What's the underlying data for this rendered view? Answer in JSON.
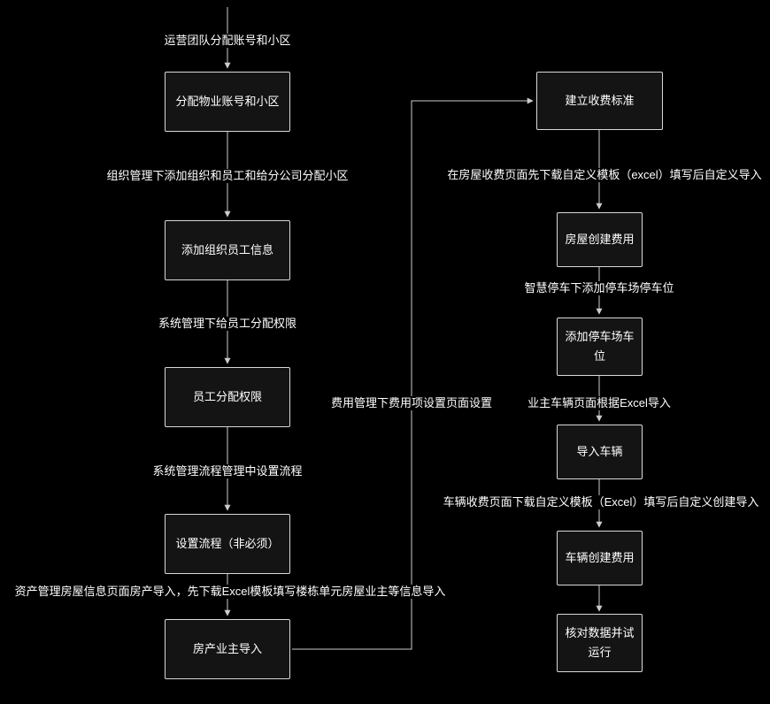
{
  "diagram": {
    "left": {
      "start_edge_label": "运营团队分配账号和小区",
      "nodes": [
        {
          "label": "分配物业账号和小区"
        },
        {
          "label": "添加组织员工信息"
        },
        {
          "label": "员工分配权限"
        },
        {
          "label": "设置流程（非必须）"
        },
        {
          "label": "房产业主导入"
        }
      ],
      "edge_labels": [
        "组织管理下添加组织和员工和给分公司分配小区",
        "系统管理下给员工分配权限",
        "系统管理流程管理中设置流程",
        "资产管理房屋信息页面房产导入，先下载Excel模板填写楼栋单元房屋业主等信息导入"
      ]
    },
    "cross_edge_label": "费用管理下费用项设置页面设置",
    "right": {
      "nodes": [
        {
          "label": "建立收费标准"
        },
        {
          "label": "房屋创建费用"
        },
        {
          "label": "添加停车场车位"
        },
        {
          "label": "导入车辆"
        },
        {
          "label": "车辆创建费用"
        },
        {
          "label": "核对数据并试运行"
        }
      ],
      "edge_labels": [
        "在房屋收费页面先下载自定义模板（excel）填写后自定义导入",
        "智慧停车下添加停车场停车位",
        "业主车辆页面根据Excel导入",
        "车辆收费页面下载自定义模板（Excel）填写后自定义创建导入"
      ]
    },
    "colors": {
      "background": "#000000",
      "node_border": "#d9d9d9",
      "node_fill": "#141414",
      "text": "#ffffff",
      "line": "#cccccc"
    }
  }
}
